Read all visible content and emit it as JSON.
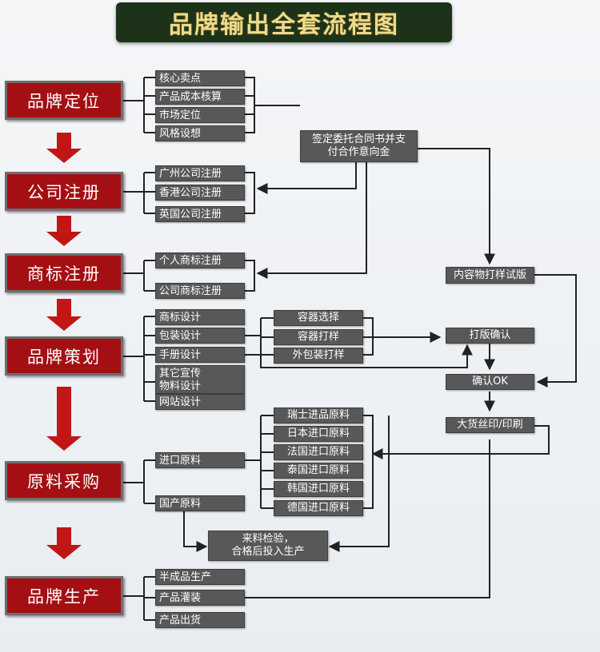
{
  "title": "品牌输出全套流程图",
  "colors": {
    "banner_bg": "#1c3319",
    "banner_text": "#efd98a",
    "stage_bg": "#a40f14",
    "node_bg": "#585858",
    "arrow": "#c21515",
    "line": "#222222"
  },
  "stages": [
    "品牌定位",
    "公司注册",
    "商标注册",
    "品牌策划",
    "原料采购",
    "品牌生产"
  ],
  "positioning": [
    "核心卖点",
    "产品成本核算",
    "市场定位",
    "风格设想"
  ],
  "registration": [
    "广州公司注册",
    "香港公司注册",
    "英国公司注册"
  ],
  "trademark": [
    "个人商标注册",
    "公司商标注册"
  ],
  "planning": [
    "商标设计",
    "包装设计",
    "手册设计",
    "其它宣传\n物料设计",
    "网站设计"
  ],
  "container": [
    "容器选择",
    "容器打样",
    "外包装打样"
  ],
  "sourcing": [
    "进口原料",
    "国产原料"
  ],
  "imported": [
    "瑞士进品原料",
    "日本进口原料",
    "法国进口原料",
    "泰国进口原料",
    "韩国进口原料",
    "德国进口原料"
  ],
  "production": [
    "半成品生产",
    "产品灌装",
    "产品出货"
  ],
  "contract": "签定委托合同书并支\n付合作意向金",
  "sample": "内容物打样试版",
  "proof": "打版确认",
  "confirm": "确认OK",
  "printing": "大货丝印/印刷",
  "inspection": "来料检验，\n合格后投入生产"
}
